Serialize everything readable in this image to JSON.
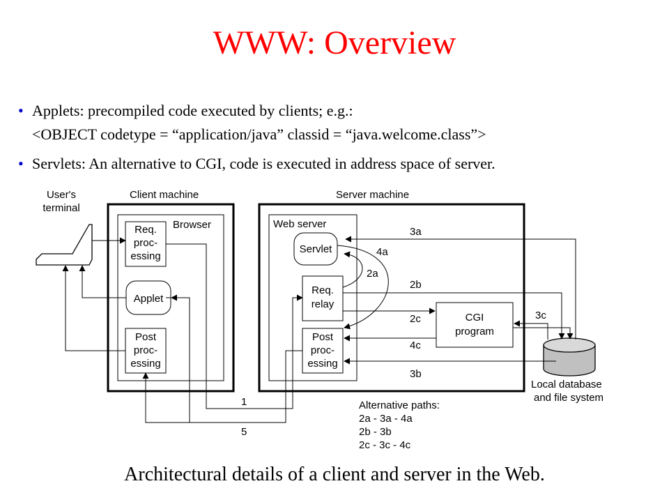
{
  "slide": {
    "title": "WWW: Overview",
    "bullets": [
      {
        "text": "Applets: precompiled code executed by clients; e.g.:"
      },
      {
        "text": "Servlets: An alternative to CGI, code is executed in address space of server."
      }
    ],
    "code_line": "<OBJECT codetype = “application/java” classid = “java.welcome.class”>",
    "caption": "Architectural details of a client and server in the Web.",
    "bullet_color": "#0000cc",
    "title_color": "#ff0000"
  },
  "diagram": {
    "users_terminal": [
      "User's",
      "terminal"
    ],
    "client_machine": "Client machine",
    "server_machine": "Server machine",
    "browser": "Browser",
    "web_server": "Web server",
    "client_req": [
      "Req.",
      "proc-",
      "essing"
    ],
    "applet": "Applet",
    "client_post": [
      "Post",
      "proc-",
      "essing"
    ],
    "servlet": "Servlet",
    "req_relay": [
      "Req.",
      "relay"
    ],
    "server_post": [
      "Post",
      "proc-",
      "essing"
    ],
    "cgi_program": [
      "CGI",
      "program"
    ],
    "database": [
      "Local database",
      "and file system"
    ],
    "path_labels": {
      "p1": "1",
      "p5": "5",
      "p2a": "2a",
      "p2b": "2b",
      "p2c": "2c",
      "p3a": "3a",
      "p3b": "3b",
      "p3c": "3c",
      "p4a": "4a",
      "p4c": "4c"
    },
    "alternative_paths": [
      "Alternative paths:",
      "2a - 3a - 4a",
      "2b - 3b",
      "2c - 3c - 4c"
    ]
  }
}
